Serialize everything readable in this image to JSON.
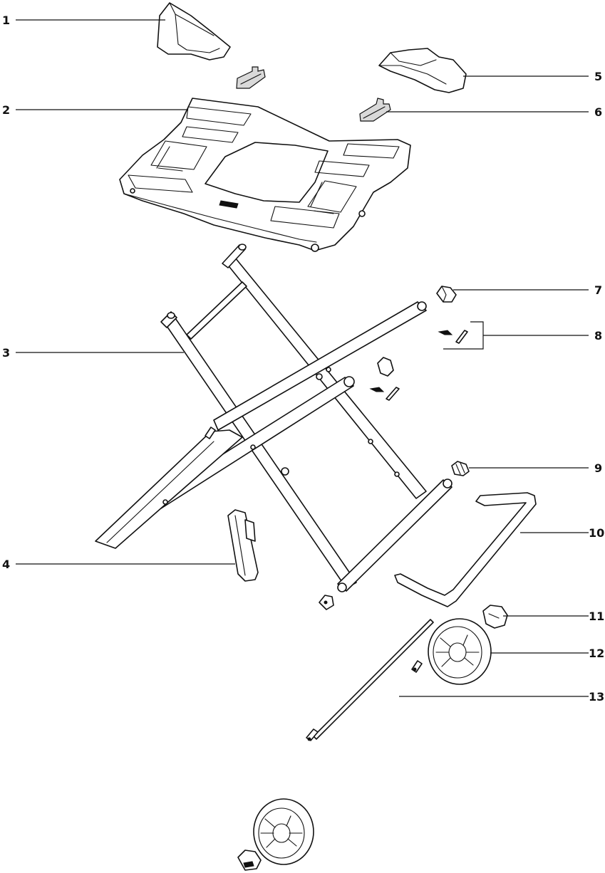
{
  "callouts": [
    {
      "id": "1",
      "text": "1",
      "side": "left"
    },
    {
      "id": "2",
      "text": "2",
      "side": "left"
    },
    {
      "id": "3",
      "text": "3",
      "side": "left"
    },
    {
      "id": "4",
      "text": "4",
      "side": "left"
    },
    {
      "id": "5",
      "text": "5",
      "side": "right"
    },
    {
      "id": "6",
      "text": "6",
      "side": "right"
    },
    {
      "id": "7",
      "text": "7",
      "side": "right"
    },
    {
      "id": "8",
      "text": "8",
      "side": "right"
    },
    {
      "id": "9",
      "text": "9",
      "side": "right"
    },
    {
      "id": "10",
      "text": "10",
      "side": "right"
    },
    {
      "id": "11",
      "text": "11",
      "side": "right"
    },
    {
      "id": "12",
      "text": "12",
      "side": "right"
    },
    {
      "id": "13",
      "text": "13",
      "side": "right"
    }
  ],
  "colors": {
    "line": "#111111",
    "background": "#ffffff"
  }
}
